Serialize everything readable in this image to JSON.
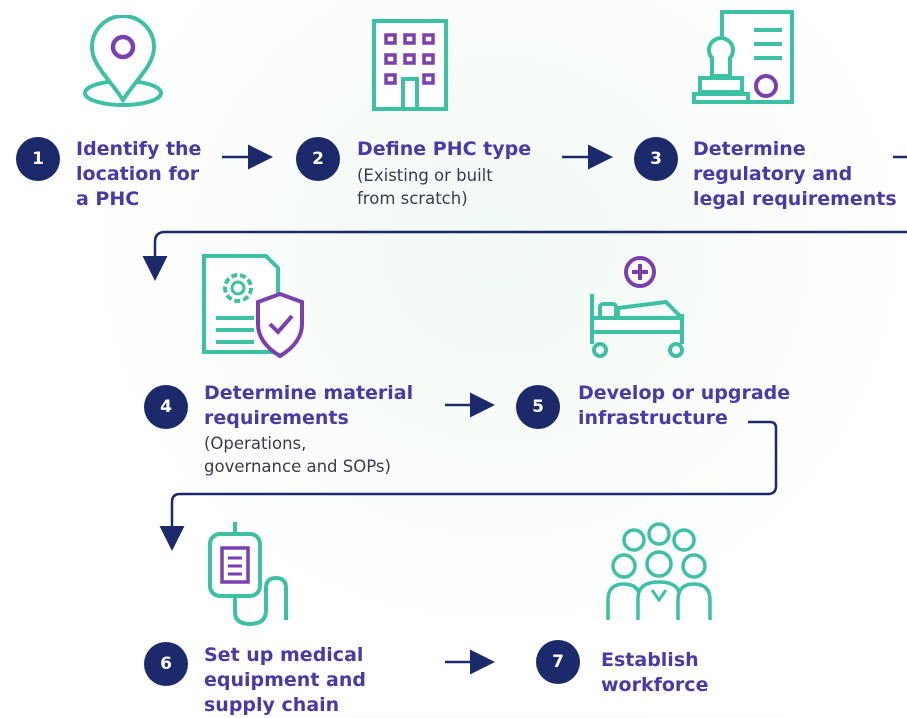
{
  "steps": [
    {
      "number": "1",
      "title": "Identify the\nlocation for\na PHC",
      "note": ""
    },
    {
      "number": "2",
      "title": "Define PHC type",
      "note": "(Existing or built\nfrom scratch)"
    },
    {
      "number": "3",
      "title": "Determine\nregulatory and\nlegal requirements",
      "note": ""
    },
    {
      "number": "4",
      "title": "Determine material\nrequirements",
      "note": "(Operations,\ngovernance and SOPs)"
    },
    {
      "number": "5",
      "title": "Develop or upgrade\ninfrastructure",
      "note": ""
    },
    {
      "number": "6",
      "title": "Set up medical\nequipment and\nsupply chain",
      "note": ""
    },
    {
      "number": "7",
      "title": "Establish\nworkforce",
      "note": ""
    }
  ],
  "icons": [
    "location-pin-icon",
    "building-icon",
    "license-stamp-icon",
    "certificate-shield-icon",
    "hospital-bed-icon",
    "iv-drip-icon",
    "team-icon"
  ],
  "colors": {
    "teal": "#3cc1a5",
    "purple": "#7b3fb0",
    "navy": "#1c2a6b",
    "title": "#4a3aa8"
  }
}
